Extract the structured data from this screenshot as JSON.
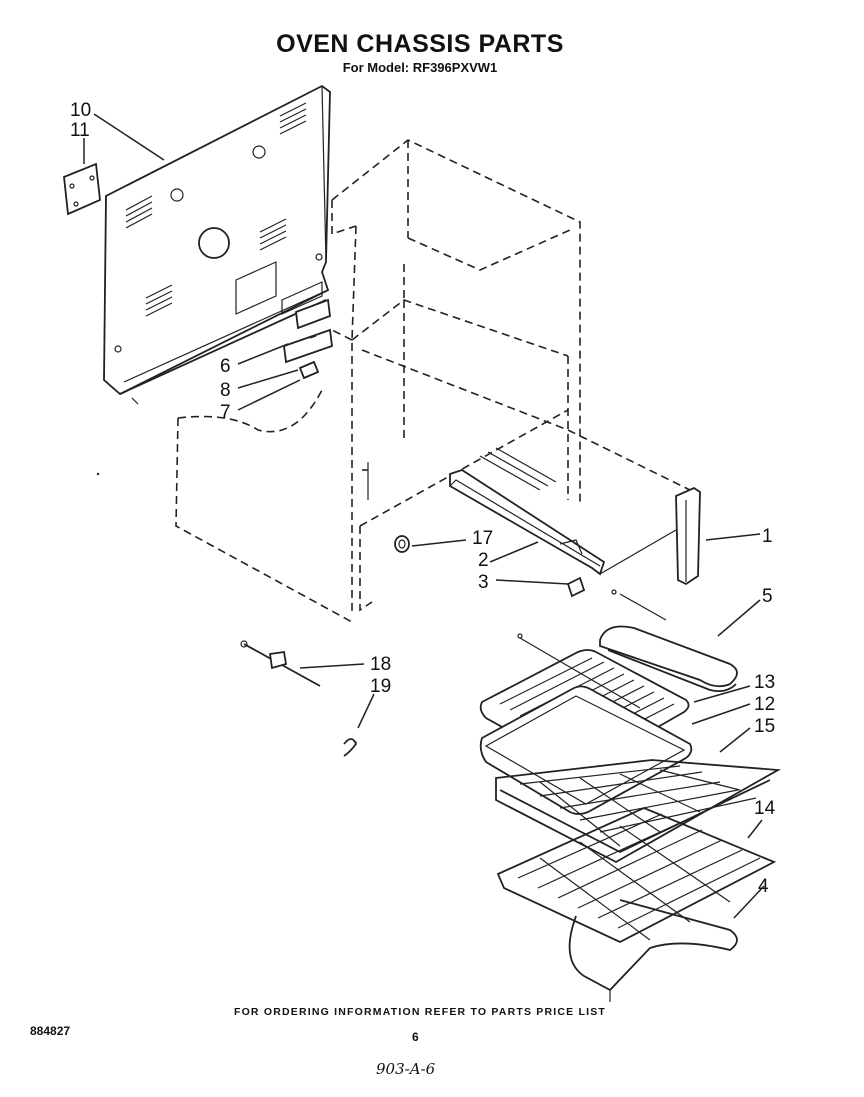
{
  "header": {
    "title": "OVEN CHASSIS PARTS",
    "subtitle": "For Model: RF396PXVW1"
  },
  "callouts": [
    "10",
    "11",
    "6",
    "8",
    "7",
    "17",
    "2",
    "3",
    "1",
    "5",
    "18",
    "19",
    "13",
    "12",
    "15",
    "14",
    "4"
  ],
  "footer": {
    "ordering_note": "FOR ORDERING INFORMATION REFER TO PARTS PRICE LIST",
    "doc_number": "884827",
    "page_number": "6",
    "handwritten_code": "903-A-6"
  }
}
